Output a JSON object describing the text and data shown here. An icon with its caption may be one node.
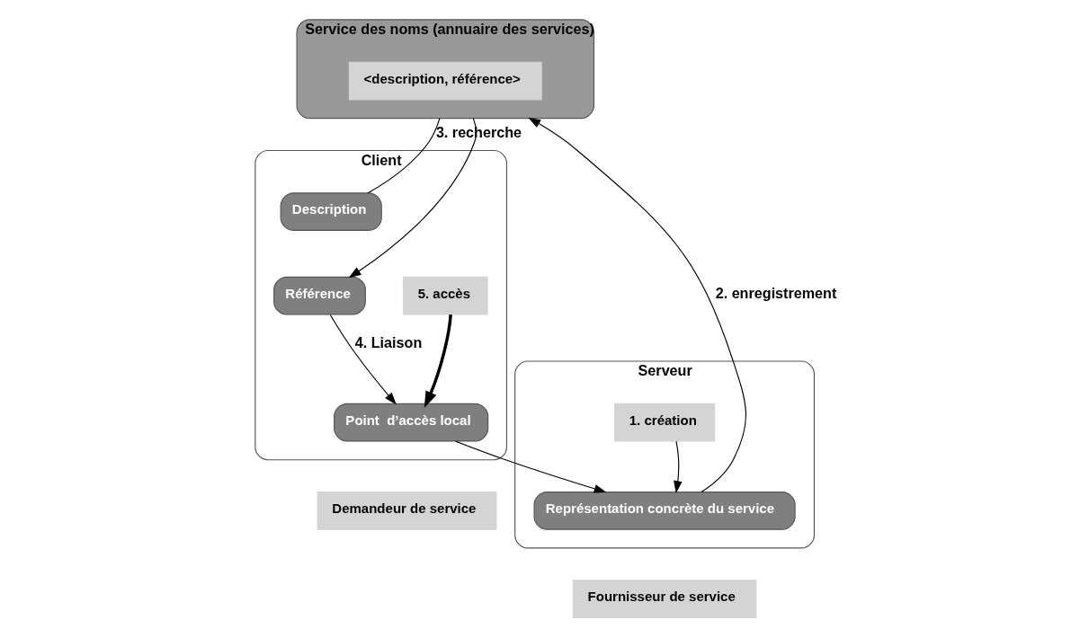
{
  "diagram": {
    "nodes": [
      {
        "text": [
          "Service des noms (annuaire des services)"
        ]
      },
      {
        "text": [
          "<description, référence>"
        ],
        "in": 0
      },
      {
        "text": [
          "Client"
        ]
      },
      {
        "text": [
          "Description"
        ],
        "in": 2
      },
      {
        "text": [
          "5. accès"
        ],
        "in": 2
      },
      {
        "text": [
          "Référence"
        ],
        "in": 2
      },
      {
        "text": [
          "Point  d’accès local"
        ],
        "in": 2
      },
      {
        "text": [
          "Serveur"
        ]
      },
      {
        "text": [
          "1. création"
        ],
        "in": 7
      },
      {
        "text": [
          "Représentation concrète du service"
        ],
        "in": 7
      },
      {
        "text": [
          "Demandeur de service"
        ]
      },
      {
        "text": [
          "Fournisseur de service"
        ]
      }
    ],
    "edges": [
      {
        "from": 3,
        "to": 0,
        "arrow": "none",
        "label": "3. recherche"
      },
      {
        "from": 0,
        "to": 5,
        "arrow": "to"
      },
      {
        "from": 9,
        "to": 0,
        "arrow": "to",
        "label": "2. enregistrement"
      },
      {
        "from": 8,
        "to": 9,
        "arrow": "to"
      },
      {
        "from": 5,
        "to": 6,
        "arrow": "to",
        "label": "4. Liaison"
      },
      {
        "from": 4,
        "to": 6,
        "arrow": "to",
        "style": "thick"
      },
      {
        "from": 6,
        "to": 9,
        "arrow": "to"
      }
    ]
  }
}
